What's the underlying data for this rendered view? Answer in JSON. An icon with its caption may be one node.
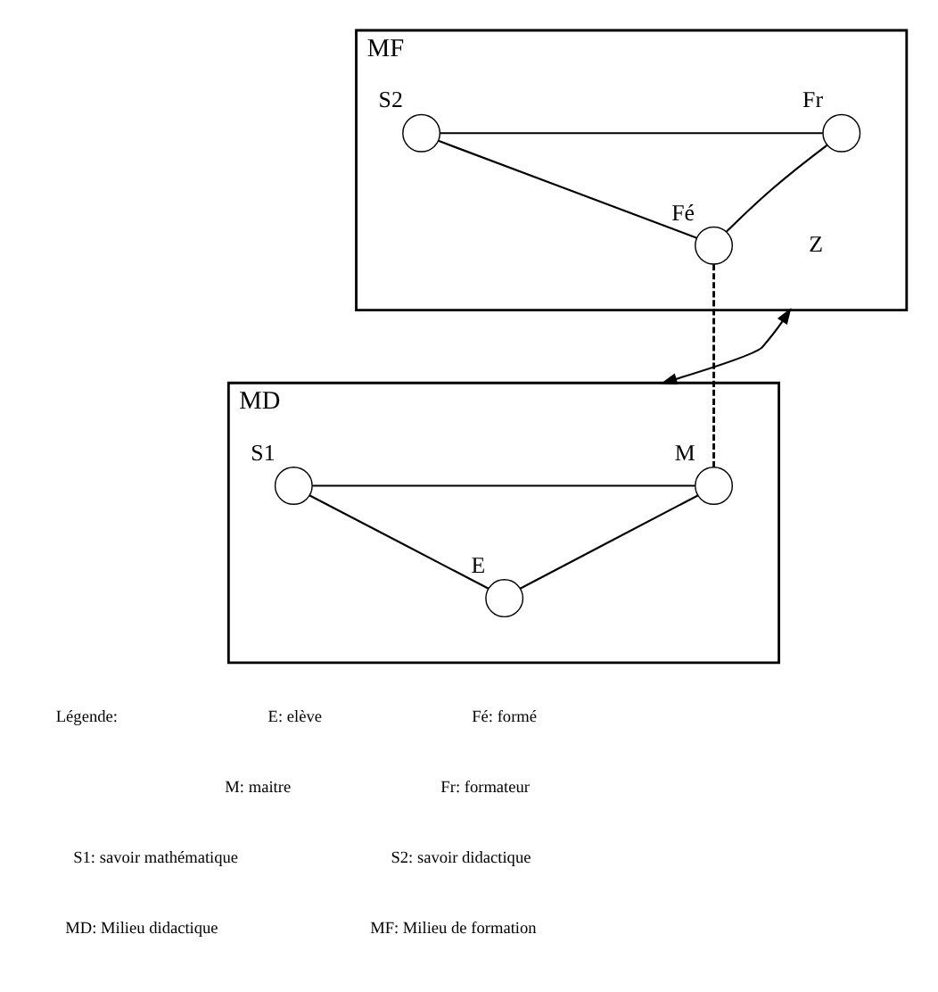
{
  "diagram": {
    "nodes": [
      {
        "text": [
          "MF"
        ]
      },
      {
        "text": [],
        "shape": "circle",
        "beside": [
          "S2"
        ],
        "in": 0
      },
      {
        "text": [],
        "shape": "circle",
        "beside": [
          "Fr"
        ],
        "in": 0
      },
      {
        "text": [],
        "shape": "circle",
        "beside": [
          "Fé"
        ],
        "in": 0
      },
      {
        "text": [
          "MD"
        ]
      },
      {
        "text": [],
        "shape": "circle",
        "beside": [
          "S1"
        ],
        "in": 4
      },
      {
        "text": [],
        "shape": "circle",
        "beside": [
          "M"
        ],
        "in": 4
      },
      {
        "text": [],
        "shape": "circle",
        "beside": [
          "E"
        ],
        "in": 4
      }
    ],
    "edges": [
      {
        "from": 1,
        "to": 2,
        "arrow": "none"
      },
      {
        "from": 1,
        "to": 3,
        "arrow": "none"
      },
      {
        "from": 2,
        "to": 3,
        "arrow": "none"
      },
      {
        "from": 3,
        "to": 6,
        "arrow": "none",
        "style": "dashed"
      },
      {
        "from": 5,
        "to": 6,
        "arrow": "none"
      },
      {
        "from": 5,
        "to": 7,
        "arrow": "none"
      },
      {
        "from": 6,
        "to": 7,
        "arrow": "none"
      },
      {
        "from": 0,
        "to": 4,
        "arrow": "both",
        "label": "Z"
      }
    ],
    "labels": [
      "Légende:",
      "E: elève",
      "Fé: formé",
      "M: maitre",
      "Fr: formateur",
      "S1: savoir mathématique",
      "S2: savoir didactique",
      "MD: Milieu didactique",
      "MF: Milieu de formation"
    ]
  }
}
